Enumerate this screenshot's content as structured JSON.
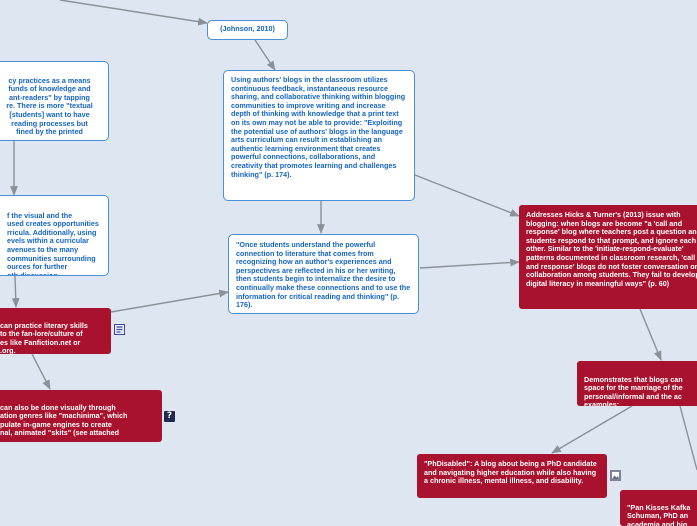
{
  "nodes": {
    "johnson": "(Johnson, 2010)",
    "literacy": "cy practices as a means\n funds of knowledge and\nant-readers\" by tapping\nre. There is more \"textual\n [students] want to have\n reading processes but\nfined by the printed",
    "visual": "f the visual and the\nused creates opportunities\nrricula. Additionally, using\nevels within a curricular\navenues to the many\ncommunities surrounding\nources for further\noth discussion.",
    "authors_blogs": "Using authors' blogs in the classroom utilizes continuous feedback, instantaneous resource sharing, and collaborative thinking within blogging communities to improve writing and increase depth of thinking with knowledge that a print text on its own may not be able to provide: \"Exploiting the potential use of authors' blogs in the language arts curriculum can result in establishing an authentic learning environment that creates powerful connections, collaborations, and creativity that promotes learning and challenges thinking\" (p. 174).",
    "once_students": "\"Once students understand the powerful connection to literature that comes from recognizing how an author's experiences and perspectives are reflected in his or her writing, then students begin to internalize the desire to continually make these connections and to use the information for critical reading and thinking\" (p. 176).",
    "fanfiction": "can practice literary skills\n to the fan-lore/culture of\nes like Fanfiction.net or\n.org.",
    "machinima": "can also be done visually through\nation genres like \"machinima\", which\npulate in-game engines to create\nnal, animated \"skits\" (see attached",
    "hicks": "Addresses Hicks & Turner's (2013) issue with blogging: when blogs are become \"a 'call and response' blog where teachers post a question and students respond to that prompt, and ignore each other. Similar to the 'initiate-respond-evaluate' patterns documented in classroom research, 'call and response' blogs do not foster conversation or collaboration among students. They fail to develop digital literacy in meaningful ways\" (p. 60)",
    "demonstrates": "Demonstrates that blogs can\nspace for the marriage of the\npersonal/informal and the ac\nexamples:",
    "phdisabled": "\"PhDisabled\": A blog about being a PhD candidate and navigating higher education while also having a chronic illness, mental illness, and disability.",
    "pan_kisses": "\"Pan Kisses Kafka\nSchuman, PhD an\nacademia and hig"
  },
  "icons": {
    "notes": "notes-icon",
    "question": "question-mark-icon",
    "image": "image-icon"
  },
  "colors": {
    "background": "#dde6f1",
    "blue_border": "#4c8fd6",
    "blue_text": "#1565c0",
    "red_fill": "#a8122e",
    "connector": "#8a9199"
  }
}
